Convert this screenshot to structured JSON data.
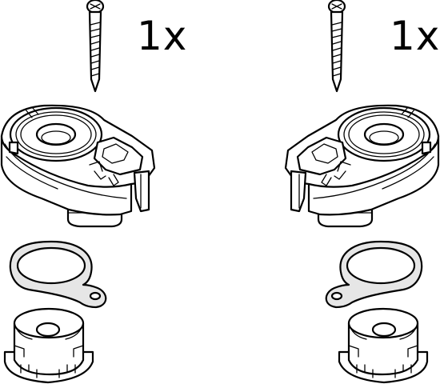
{
  "kits": [
    {
      "side": "left",
      "quantity_label": "1x"
    },
    {
      "side": "right",
      "quantity_label": "1x"
    }
  ],
  "parts": [
    "screw",
    "hinge-bracket",
    "locking-ring",
    "nut-cap"
  ],
  "colors": {
    "line": "#000000",
    "fill": "#e6e6e6",
    "background": "#ffffff"
  }
}
